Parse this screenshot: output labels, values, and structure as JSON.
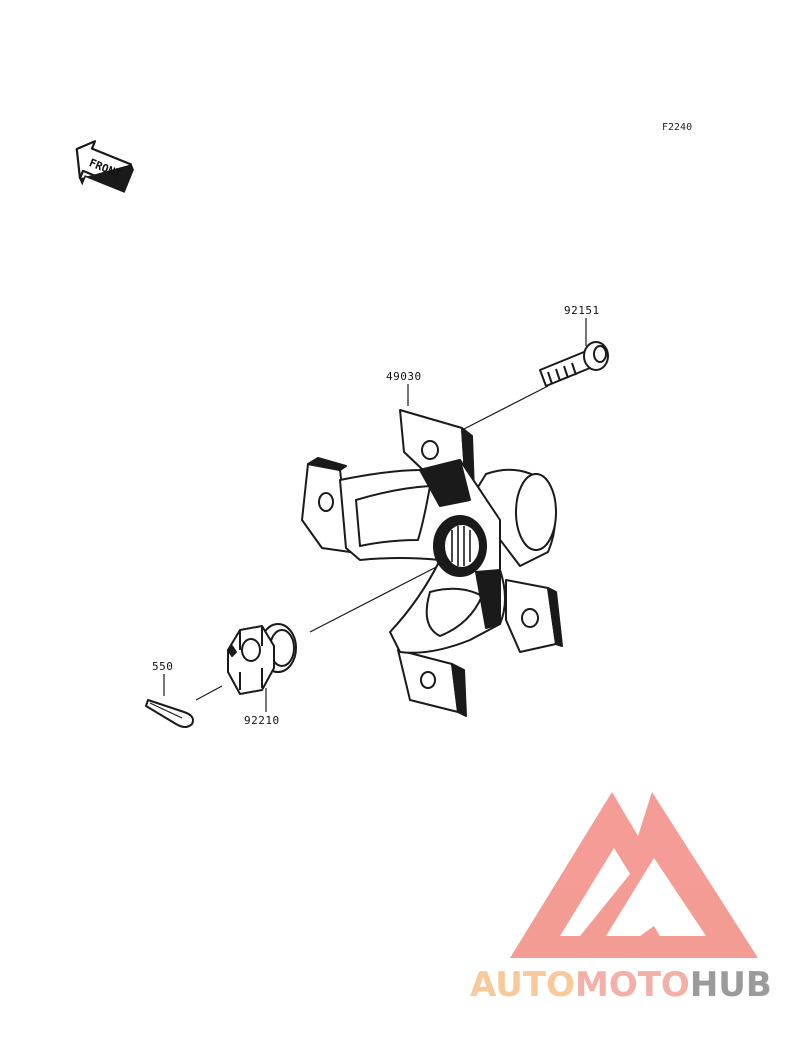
{
  "diagram": {
    "code": "F2240",
    "front_label": "FRONT",
    "parts": [
      {
        "number": "92151"
      },
      {
        "number": "49030"
      },
      {
        "number": "550"
      },
      {
        "number": "92210"
      }
    ]
  },
  "watermark": {
    "word_part_1": "AUTO",
    "word_part_2": "MOTO",
    "word_part_3": "HUB",
    "colors": {
      "auto": "#f6c08a",
      "moto": "#f2a39b",
      "hub": "#8a8a8a",
      "triangle": "#f28b82"
    }
  }
}
